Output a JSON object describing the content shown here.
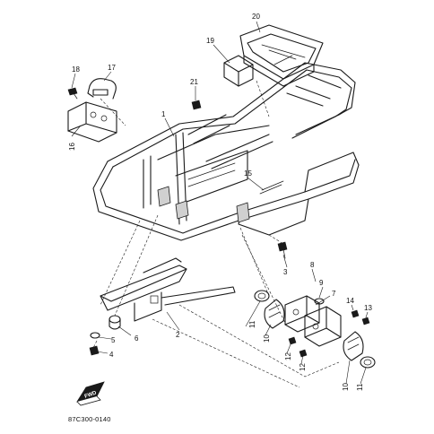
{
  "parts": {
    "p1": "1",
    "p2": "2",
    "p3": "3",
    "p4": "4",
    "p5": "5",
    "p6": "6",
    "p7": "7",
    "p8": "8",
    "p9": "9",
    "p10a": "10",
    "p10b": "10",
    "p11a": "11",
    "p11b": "11",
    "p12a": "12",
    "p12b": "12",
    "p13": "13",
    "p14": "14",
    "p15": "15",
    "p16": "16",
    "p17": "17",
    "p18": "18",
    "p19": "19",
    "p20": "20",
    "p21": "21"
  },
  "fwd_badge": "FWD",
  "diagram_code": "87C300-0140"
}
